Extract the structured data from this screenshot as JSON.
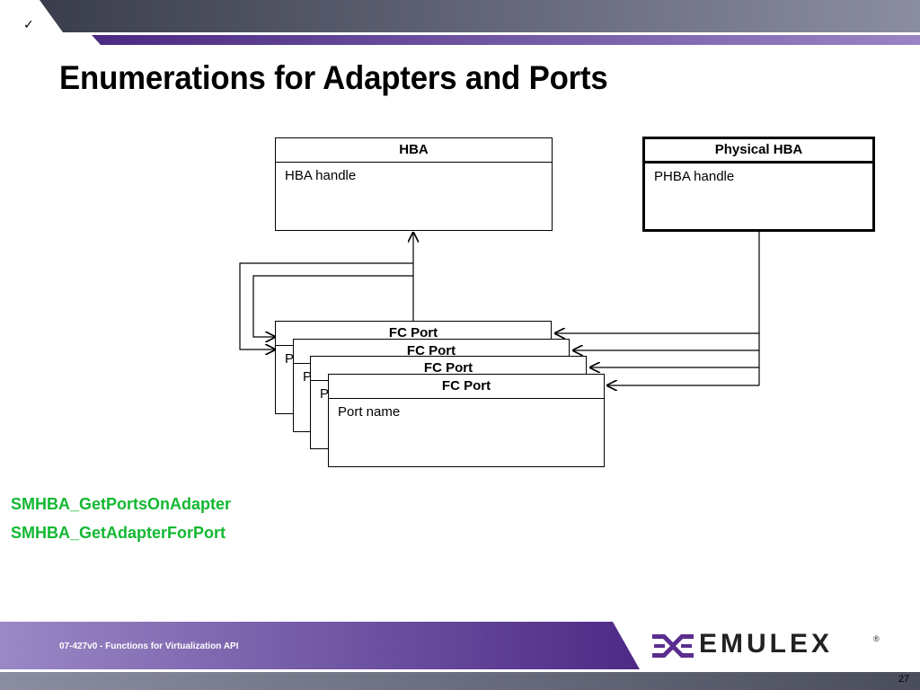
{
  "slide": {
    "check_mark": "✓",
    "title": "Enumerations for Adapters and Ports",
    "functions": [
      "SMHBA_GetPortsOnAdapter",
      "SMHBA_GetAdapterForPort"
    ],
    "footer_text": "07-427v0 - Functions for Virtualization API",
    "page_number": "27",
    "logo_text": "EMULEX",
    "logo_mark": "®"
  },
  "diagram": {
    "hba": {
      "header": "HBA",
      "field": "HBA handle"
    },
    "physical_hba": {
      "header": "Physical HBA",
      "field": "PHBA handle"
    },
    "port_header": "FC Port",
    "port_field": "Port name",
    "port_field_partial": "P"
  },
  "colors": {
    "function_text": "#12b832",
    "purple_band": "#6a4a9e",
    "grey_band": "#6a6c7c"
  }
}
